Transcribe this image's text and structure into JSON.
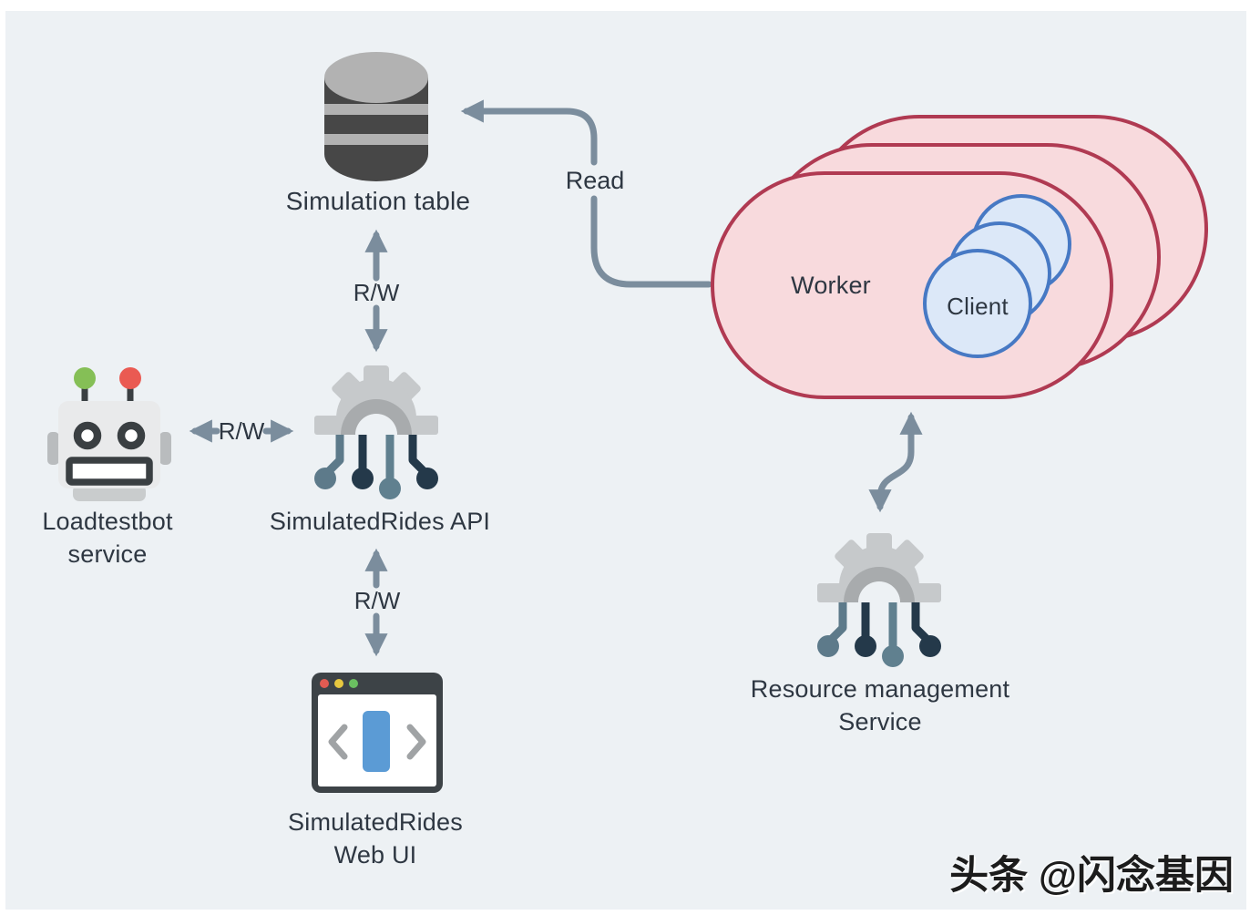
{
  "palette": {
    "canvas_bg": "#edf1f4",
    "page_border": "#ffffff",
    "arrow": "#7b8d9d",
    "text": "#2e3742",
    "worker_fill": "#f8dadd",
    "worker_stroke": "#b03a52",
    "client_fill": "#dce8f8",
    "client_stroke": "#4779c4",
    "gear_light": "#c6c9cb",
    "gear_arch": "#a8abad",
    "circuit_slate": "#5d7a8a",
    "circuit_navy": "#24394a",
    "db_body": "#474747",
    "db_bands": "#b2b2b2",
    "browser_frame": "#3d4347",
    "browser_accent": "#5b9bd5",
    "robot_green": "#85bf56",
    "robot_red": "#ea5a52"
  },
  "nodes": {
    "simulation_table": {
      "label": "Simulation table",
      "icon": "database-icon"
    },
    "loadtestbot": {
      "line1": "Loadtestbot",
      "line2": "service",
      "icon": "robot-icon"
    },
    "api": {
      "label": "SimulatedRides API",
      "icon": "gear-circuit-icon"
    },
    "webui": {
      "line1": "SimulatedRides",
      "line2": "Web UI",
      "icon": "browser-window-icon"
    },
    "worker": {
      "label": "Worker",
      "instances": 3
    },
    "client": {
      "label": "Client",
      "instances": 3
    },
    "resource": {
      "line1": "Resource management",
      "line2": "Service",
      "icon": "gear-circuit-icon"
    }
  },
  "edges": {
    "db_api": {
      "label": "R/W",
      "type": "bidirectional"
    },
    "bot_api": {
      "label": "R/W",
      "type": "bidirectional"
    },
    "api_webui": {
      "label": "R/W",
      "type": "bidirectional"
    },
    "worker_db": {
      "label": "Read",
      "type": "one-way"
    },
    "worker_resource": {
      "type": "bidirectional"
    }
  },
  "watermark": {
    "text": "头条 @闪念基因"
  }
}
